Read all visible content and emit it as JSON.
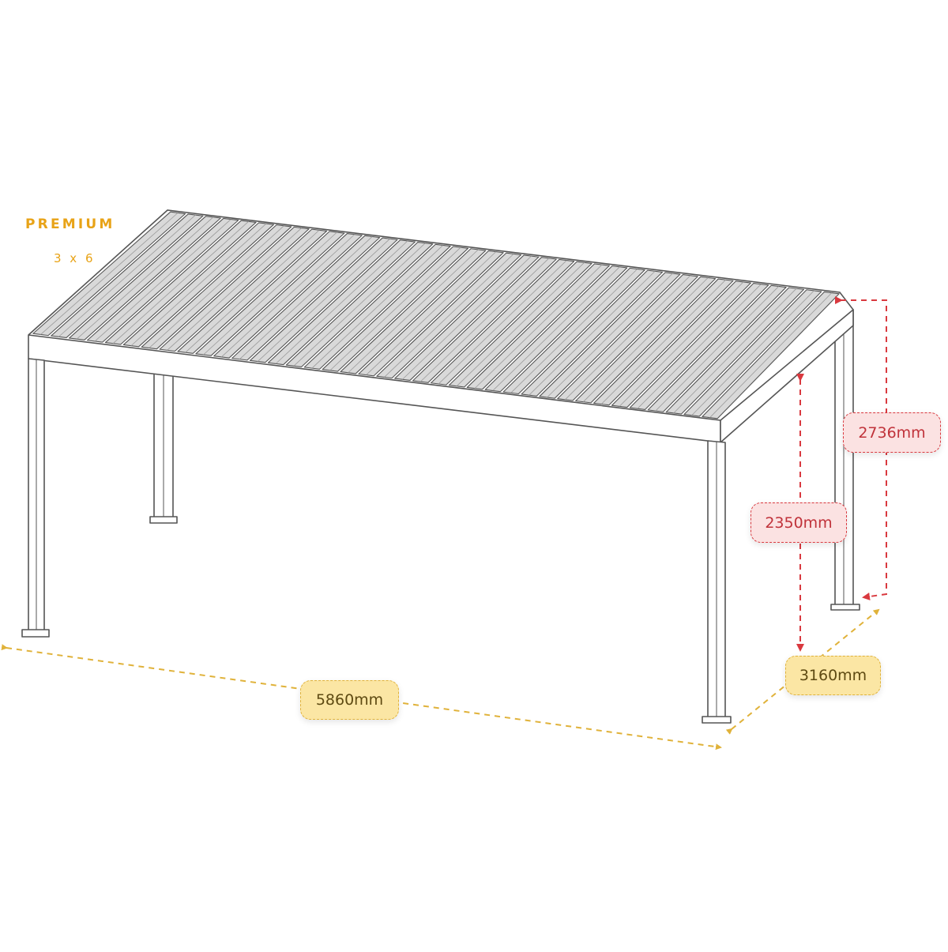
{
  "brand": {
    "title": "PREMIUM",
    "subtitle": "3 x 6"
  },
  "dimensions": {
    "width": "5860mm",
    "depth": "3160mm",
    "clear_height": "2350mm",
    "total_height": "2736mm"
  },
  "roof": {
    "louver_count": 38
  },
  "colors": {
    "brand": "#e8a317",
    "line": "#555555",
    "louver": "#d9d9d9",
    "yellow_fill": "#fbe6a4",
    "yellow_stroke": "#e0b23a",
    "yellow_text": "#5e4a12",
    "red_fill": "#fbe2e2",
    "red_stroke": "#d9393f",
    "red_text": "#c0323a"
  }
}
